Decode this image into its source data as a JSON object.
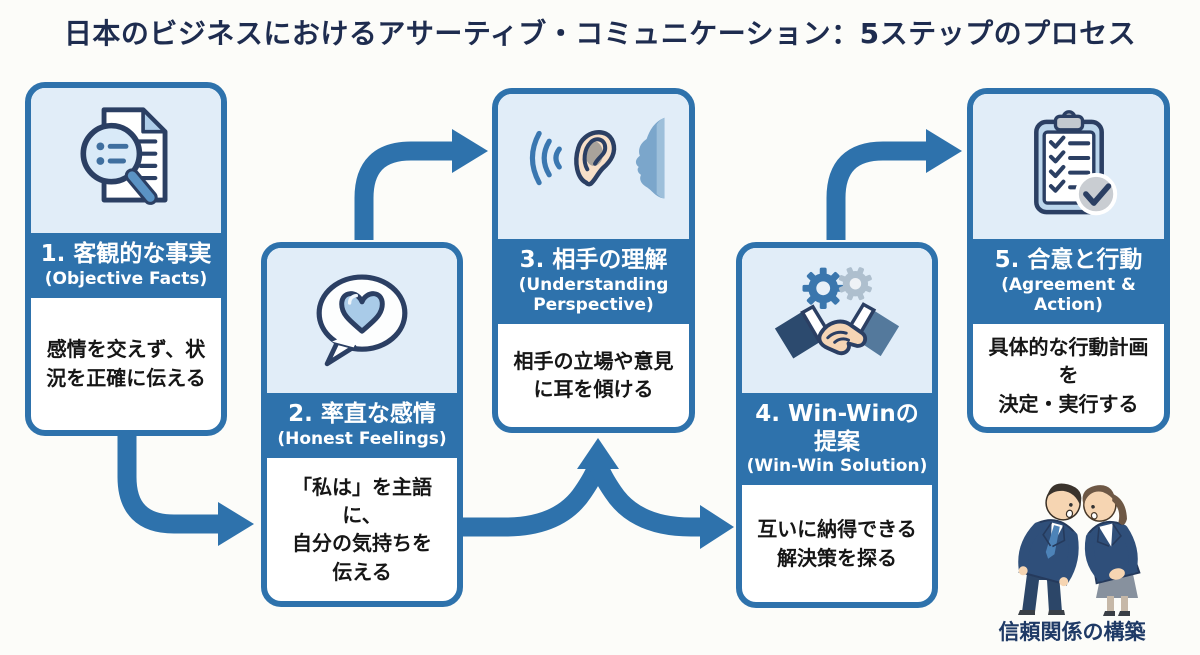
{
  "title": "日本のビジネスにおけるアサーティブ・コミュニケーション：5ステップのプロセス",
  "colors": {
    "accent_blue": "#2e72ac",
    "icon_area_blue": "#e1edf8",
    "title_navy": "#1e2c4f",
    "caption_navy": "#1f3a66"
  },
  "steps": [
    {
      "icon": "magnifier-document-icon",
      "title": "1. 客観的な事実",
      "subtitle": "(Objective Facts)",
      "description": "感情を交えず、状\n況を正確に伝える"
    },
    {
      "icon": "heart-speech-bubble-icon",
      "title": "2. 率直な感情",
      "subtitle": "(Honest Feelings)",
      "description": "「私は」を主語に、\n自分の気持ちを\n伝える"
    },
    {
      "icon": "listening-ear-icon",
      "title": "3. 相手の理解",
      "subtitle": "(Understanding\nPerspective)",
      "description": "相手の立場や意見\nに耳を傾ける"
    },
    {
      "icon": "handshake-gears-icon",
      "title": "4. Win-Winの提案",
      "subtitle": "(Win-Win Solution)",
      "description": "互いに納得できる\n解決策を探る"
    },
    {
      "icon": "clipboard-check-icon",
      "title": "5. 合意と行動",
      "subtitle": "(Agreement & Action)",
      "description": "具体的な行動計画を\n決定・実行する"
    }
  ],
  "footer": {
    "caption": "信頼関係の構築"
  }
}
